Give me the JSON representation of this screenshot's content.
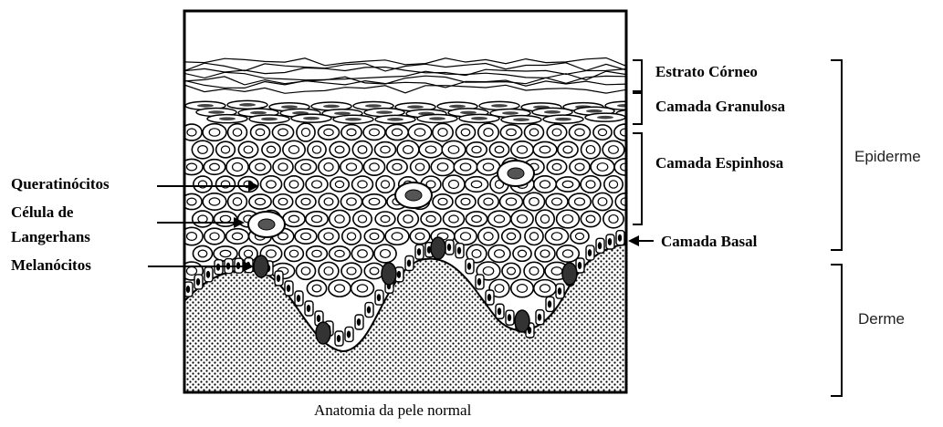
{
  "layers": {
    "stratum_corneum": "Estrato Córneo",
    "granular": "Camada Granulosa",
    "spinous": "Camada Espinhosa",
    "basal": "Camada Basal"
  },
  "regions": {
    "epidermis": "Epiderme",
    "dermis": "Derme"
  },
  "cells": {
    "keratinocytes": "Queratinócitos",
    "langerhans_line1": "Célula de",
    "langerhans_line2": "Langerhans",
    "melanocytes": "Melanócitos"
  },
  "caption": "Anatomia da pele normal"
}
